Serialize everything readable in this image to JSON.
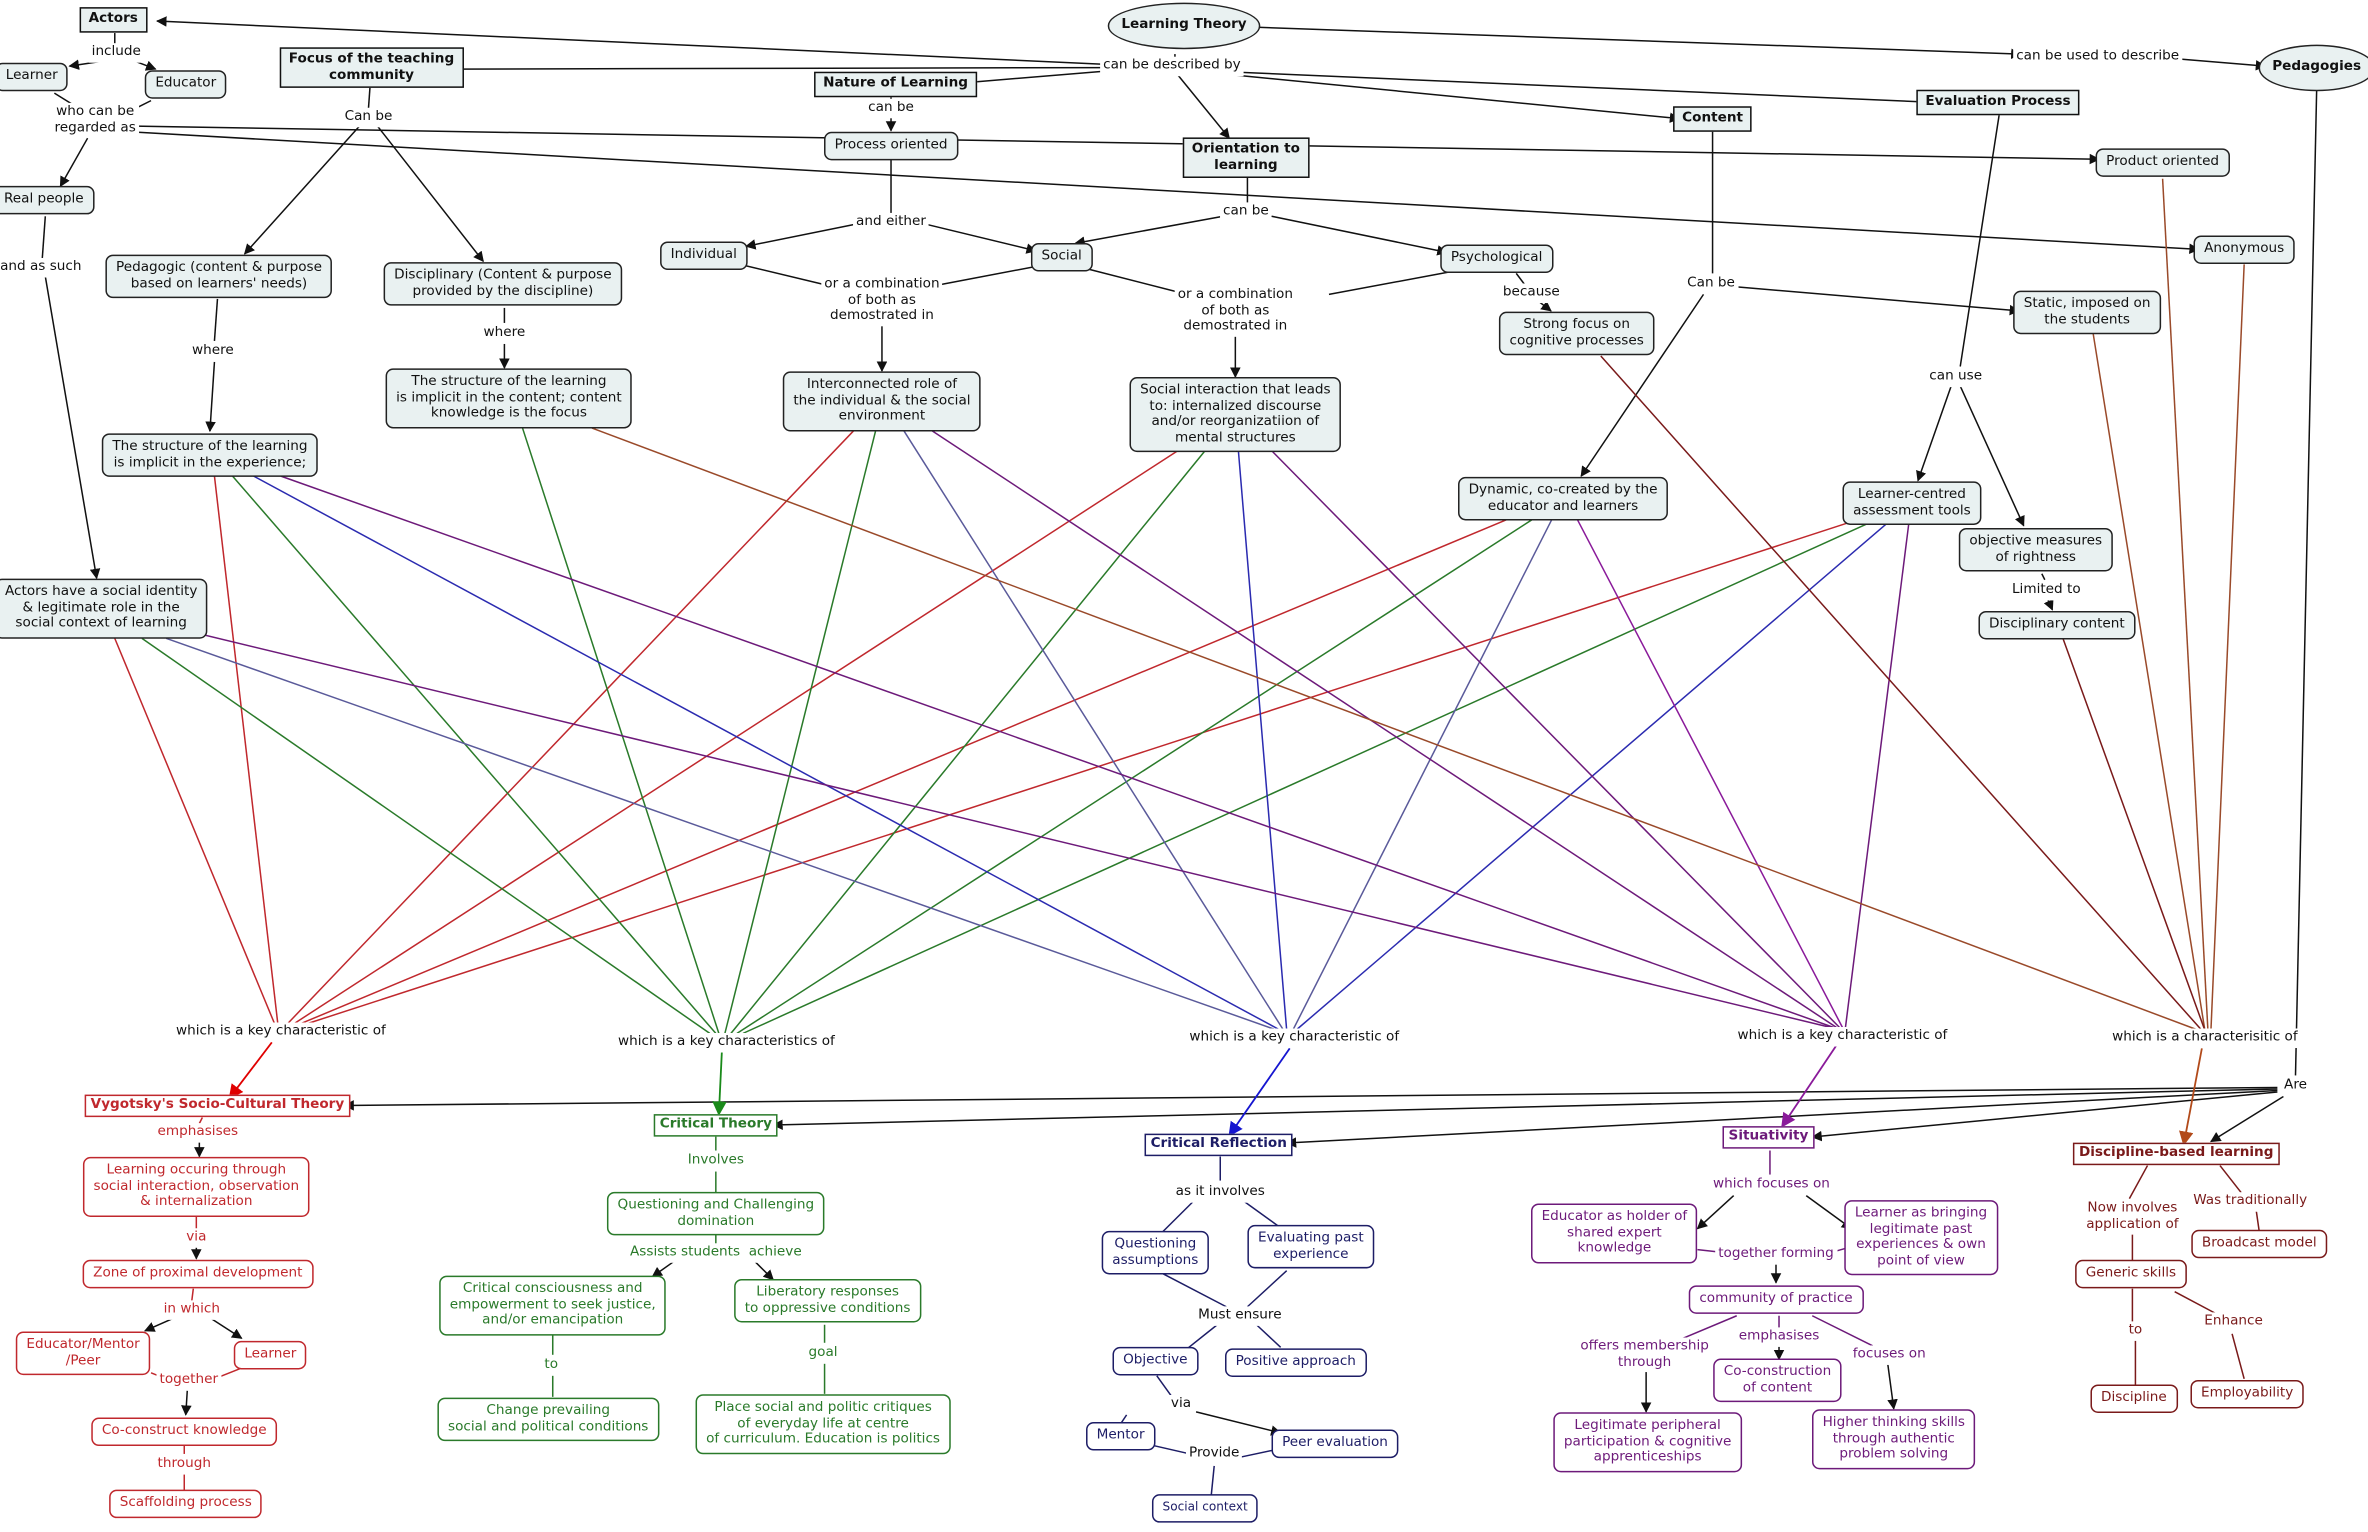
{
  "root": "Learning Theory",
  "links": {
    "described_by": "can be described by",
    "used_to_describe": "can be used to describe",
    "include": "include",
    "regarded_as": "who can be\nregarded as",
    "and_as_such": "and as such",
    "can_be_focus": "Can be",
    "can_be_nature": "can be",
    "and_either": "and either",
    "can_be_orient": "can be",
    "combo1": "or a combination\nof both as\ndemostrated in",
    "combo2": "or a combination\nof both as\ndemostrated in",
    "because": "because",
    "can_be_content": "Can be",
    "can_use": "can use",
    "limited_to": "Limited to",
    "where1": "where",
    "where2": "where",
    "key1": "which is a key characteristic of",
    "key2": "which is a key characteristics of",
    "key3": "which is a key characteristic of",
    "key4": "which is a key characteristic of",
    "key5": "which is a characterisitic of",
    "are": "Are"
  },
  "concepts": {
    "actors": "Actors",
    "learner": "Learner",
    "educator": "Educator",
    "real_people": "Real people",
    "actors_identity": "Actors have a social identity\n& legitimate role in the\nsocial context of learning",
    "focus": "Focus of the teaching\ncommunity",
    "pedagogic": "Pedagogic (content & purpose\nbased on learners' needs)",
    "disciplinary_focus": "Disciplinary (Content & purpose\nprovided by the discipline)",
    "structure_experience": "The structure of the learning\nis implicit in the experience;",
    "structure_content": "The structure of the learning\nis implicit in the content; content\nknowledge is the focus",
    "nature": "Nature of Learning",
    "process": "Process oriented",
    "individual": "Individual",
    "social": "Social",
    "interconnected": "Interconnected role of\nthe individual & the social\nenvironment",
    "orientation": "Orientation to\nlearning",
    "psychological": "Psychological",
    "cognitive": "Strong focus on\ncognitive processes",
    "social_interaction": "Social interaction that leads\nto: internalized discourse\nand/or reorganizatiion of\nmental structures",
    "content": "Content",
    "dynamic": "Dynamic, co-created by the\neducator and learners",
    "evaluation": "Evaluation Process",
    "product": "Product oriented",
    "anonymous": "Anonymous",
    "static": "Static, imposed on\nthe students",
    "learner_tools": "Learner-centred\nassessment tools",
    "objective_measures": "objective measures\nof rightness",
    "disciplinary_content": "Disciplinary content",
    "pedagogies": "Pedagogies"
  },
  "theories": {
    "vygotsky": {
      "title": "Vygotsky's Socio-Cultural Theory",
      "emphasises": "emphasises",
      "learning": "Learning occuring through\nsocial interaction, observation\n& internalization",
      "via": "via",
      "zpd": "Zone of proximal development",
      "in_which": "in which",
      "educator_peer": "Educator/Mentor\n/Peer",
      "learner": "Learner",
      "together": "together",
      "coconstruct": "Co-construct knowledge",
      "through": "through",
      "scaffolding": "Scaffolding process"
    },
    "critical": {
      "title": "Critical Theory",
      "involves": "Involves",
      "questioning": "Questioning and Challenging\ndomination",
      "assists": "Assists students  achieve",
      "consciousness": "Critical consciousness and\nempowerment to seek justice,\nand/or emancipation",
      "liberatory": "Liberatory responses\nto oppressive conditions",
      "to": "to",
      "change": "Change prevailing\nsocial and political conditions",
      "goal": "goal",
      "place": "Place social and politic critiques\nof everyday life at centre\nof curriculum. Education is politics"
    },
    "reflection": {
      "title": "Critical Reflection",
      "as_it_involves": "as it involves",
      "questioning": "Questioning\nassumptions",
      "evaluating": "Evaluating past\nexperience",
      "must_ensure": "Must ensure",
      "objective": "Objective",
      "positive": "Positive approach",
      "via": "via",
      "mentor": "Mentor",
      "peer": "Peer evaluation",
      "provide": "Provide",
      "social_context": "Social context"
    },
    "situativity": {
      "title": "Situativity",
      "focuses": "which focuses on",
      "educator": "Educator as holder of\nshared expert\nknowledge",
      "learner": "Learner as bringing\nlegitimate past\nexperiences & own\npoint of view",
      "together_forming": "together forming",
      "community": "community of practice",
      "offers": "offers membership\nthrough",
      "emphasises": "emphasises",
      "focuses_on": "focuses on",
      "legitimate": "Legitimate peripheral\nparticipation & cognitive\napprenticeships",
      "coconstruction": "Co-construction\nof content",
      "higher": "Higher thinking skills\nthrough authentic\nproblem solving"
    },
    "discipline": {
      "title": "Discipline-based learning",
      "now_involves": "Now involves\napplication of",
      "was_traditionally": "Was traditionally",
      "broadcast": "Broadcast model",
      "generic": "Generic skills",
      "to": "to",
      "enhance": "Enhance",
      "discipline": "Discipline",
      "employability": "Employability"
    }
  },
  "colors": {
    "node_fill": "#e9f1f1",
    "vygotsky": "#c0282d",
    "critical": "#2a7a2a",
    "reflection": "#1d1d66",
    "situativity": "#6d1a7a",
    "discipline": "#7a1a1a",
    "blue_edge": "#2b2bb0",
    "brown_edge": "#9a4a2a",
    "slate_edge": "#5a5a9a"
  }
}
